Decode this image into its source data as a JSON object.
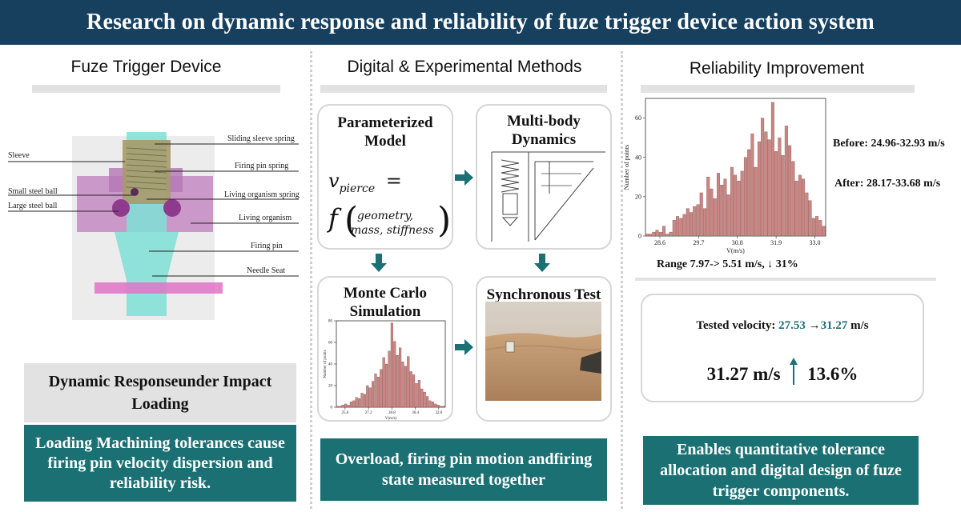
{
  "title": "Research on dynamic response and reliability of fuze trigger device action system",
  "left": {
    "heading": "Fuze Trigger Device",
    "labels_left": [
      "Sleeve",
      "Small steel ball",
      "Large steel ball"
    ],
    "labels_right": [
      "Sliding sleeve spring",
      "Firing pin spring",
      "Living organism spring",
      "Living organism",
      "Firing pin",
      "Needle Seat"
    ],
    "gray_box": "Dynamic Responseunder Impact Loading",
    "teal_box": "Loading Machining tolerances cause firing pin velocity dispersion and reliability risk."
  },
  "middle": {
    "heading": "Digital & Experimental Methods",
    "card1_title": "Parameterized Model",
    "formula_lhs": "v",
    "formula_sub": "pierce",
    "formula_eq": "=",
    "formula_f": "f",
    "formula_arg1": "geometry,",
    "formula_arg2": "mass, stiffness",
    "card2_title": "Multi-body Dynamics",
    "card3_title": "Monte Carlo Simulation",
    "card4_title": "Synchronous Test",
    "teal_box": "Overload, firing pin motion andfiring state measured together"
  },
  "right": {
    "heading": "Reliability Improvement",
    "before": "Before: 24.96-32.93 m/s",
    "after": "After: 28.17-33.68 m/s",
    "range": "Range 7.97-> 5.51 m/s, ↓ 31%",
    "tested_label": "Tested velocity:",
    "tested_from": "27.53",
    "tested_arrow": " →",
    "tested_to": "31.27",
    "tested_unit": " m/s",
    "big_value": "31.27 m/s",
    "big_pct": "13.6%",
    "teal_box": "Enables quantitative tolerance allocation and digital design of fuze trigger components."
  },
  "colors": {
    "header": "#17405f",
    "teal": "#1b7073",
    "bar": "#c98784"
  },
  "chart_data": [
    {
      "type": "bar",
      "title": "",
      "xlabel": "V(m/s)",
      "ylabel": "Number of points",
      "xticks": [
        "28.6",
        "29.7",
        "30.8",
        "31.9",
        "33.0"
      ],
      "yticks": [
        0,
        20,
        40,
        60
      ],
      "ylim": [
        0,
        70
      ],
      "values": [
        1,
        1,
        2,
        3,
        2,
        5,
        1,
        2,
        8,
        10,
        9,
        11,
        14,
        12,
        15,
        16,
        22,
        14,
        30,
        24,
        19,
        32,
        26,
        29,
        21,
        35,
        31,
        28,
        33,
        40,
        44,
        52,
        35,
        48,
        60,
        53,
        49,
        68,
        43,
        50,
        41,
        56,
        46,
        38,
        28,
        31,
        29,
        22,
        18,
        9,
        10,
        8,
        5
      ]
    },
    {
      "type": "bar",
      "title": "",
      "xlabel": "V(m/s)",
      "ylabel": "Number of points",
      "xticks": [
        "25.6",
        "27.2",
        "28.8",
        "30.4",
        "32.0"
      ],
      "yticks": [
        0,
        20,
        40,
        60,
        80
      ],
      "ylim": [
        0,
        80
      ],
      "values": [
        1,
        1,
        2,
        3,
        2,
        5,
        6,
        9,
        8,
        13,
        12,
        20,
        18,
        24,
        31,
        28,
        35,
        46,
        40,
        52,
        78,
        61,
        48,
        55,
        42,
        38,
        47,
        33,
        30,
        22,
        25,
        17,
        14,
        10,
        6,
        5,
        3,
        2,
        1,
        1
      ]
    }
  ]
}
